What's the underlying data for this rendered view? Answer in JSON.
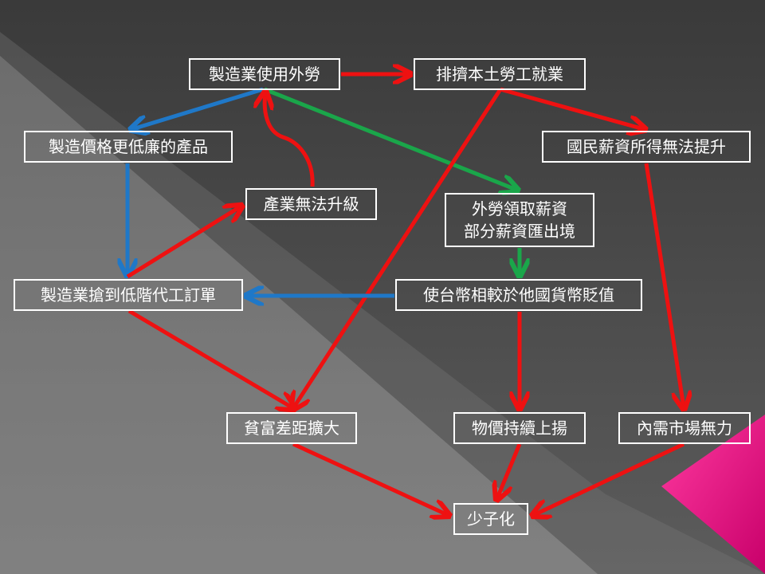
{
  "colors": {
    "red": "#ee1111",
    "blue": "#1f78c8",
    "green": "#1aa64a",
    "background_dark": "#3c3c3c",
    "background_light": "#7a7a7a",
    "accent_magenta": "#e6007e"
  },
  "nodes": {
    "manufacture_foreign": "製造業使用外勞",
    "squeeze_local": "排擠本土勞工就業",
    "cheaper_products": "製造價格更低廉的產品",
    "national_income": "國民薪資所得無法提升",
    "industry_upgrade": "產業無法升級",
    "foreign_salary_line1": "外勞領取薪資",
    "foreign_salary_line2": "部分薪資匯出境",
    "low_orders": "製造業搶到低階代工訂單",
    "twd_depreciate": "使台幣相較於他國貨幣貶值",
    "wealth_gap": "貧富差距擴大",
    "prices_rise": "物價持續上揚",
    "weak_demand": "內需市場無力",
    "low_birth": "少子化"
  },
  "edges": [
    {
      "from": "manufacture_foreign",
      "to": "squeeze_local",
      "color": "red"
    },
    {
      "from": "manufacture_foreign",
      "to": "cheaper_products",
      "color": "blue"
    },
    {
      "from": "manufacture_foreign",
      "to": "foreign_salary",
      "color": "green"
    },
    {
      "from": "squeeze_local",
      "to": "national_income",
      "color": "red"
    },
    {
      "from": "squeeze_local",
      "to": "wealth_gap",
      "color": "red"
    },
    {
      "from": "industry_upgrade",
      "to": "manufacture_foreign",
      "color": "red"
    },
    {
      "from": "cheaper_products",
      "to": "low_orders",
      "color": "blue"
    },
    {
      "from": "low_orders",
      "to": "industry_upgrade",
      "color": "red"
    },
    {
      "from": "foreign_salary",
      "to": "twd_depreciate",
      "color": "green"
    },
    {
      "from": "twd_depreciate",
      "to": "low_orders",
      "color": "blue"
    },
    {
      "from": "twd_depreciate",
      "to": "prices_rise",
      "color": "red"
    },
    {
      "from": "low_orders",
      "to": "wealth_gap",
      "color": "red"
    },
    {
      "from": "national_income",
      "to": "weak_demand",
      "color": "red"
    },
    {
      "from": "wealth_gap",
      "to": "low_birth",
      "color": "red"
    },
    {
      "from": "prices_rise",
      "to": "low_birth",
      "color": "red"
    },
    {
      "from": "weak_demand",
      "to": "low_birth",
      "color": "red"
    }
  ]
}
